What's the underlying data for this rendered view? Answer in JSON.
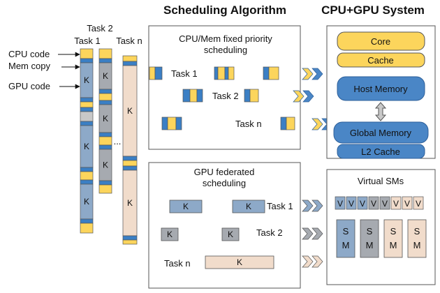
{
  "headers": {
    "algorithm": "Scheduling Algorithm",
    "system": "CPU+GPU System"
  },
  "task_labels": {
    "task2": "Task 2",
    "task1": "Task 1",
    "taskn": "Task n",
    "dots": "..."
  },
  "legend": {
    "cpu": "CPU code",
    "mem": "Mem copy",
    "gpu": "GPU code"
  },
  "cpu_box": {
    "title_line1": "CPU/Mem fixed priority",
    "title_line2": "scheduling",
    "row1": "Task 1",
    "row2": "Task 2",
    "row3": "Task n"
  },
  "gpu_box": {
    "title_line1": "GPU federated",
    "title_line2": "scheduling",
    "row1": "Task 1",
    "row2": "Task 2",
    "row3": "Task n"
  },
  "kernel_label": "K",
  "system": {
    "core": "Core",
    "cache": "Cache",
    "host_memory": "Host Memory",
    "global_memory": "Global Memory",
    "l2_cache": "L2 Cache",
    "virtual_sms": "Virtual SMs",
    "v_label": "V",
    "sm_s": "S",
    "sm_m": "M"
  },
  "colors": {
    "cpu": "#fcd55c",
    "mem": "#3b7fc4",
    "gpu_task1": "#8da9c8",
    "gpu_task2": "#a6aab0",
    "gpu_taskn": "#f1dccb",
    "gray": "#c8c8c8",
    "hw_blue": "#4a86c6",
    "hw_yellow": "#fcd55c"
  }
}
